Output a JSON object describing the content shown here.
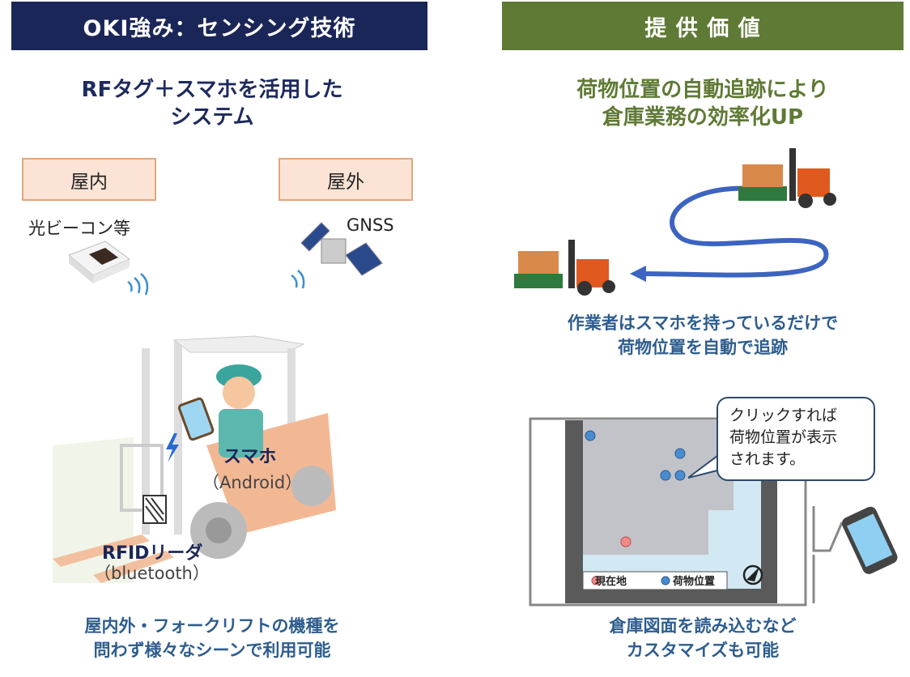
{
  "left": {
    "header": "OKI強み：センシング技術",
    "title_lines": [
      "RFタグ＋スマホを活用した",
      "システム"
    ],
    "indoor_box": "屋内",
    "outdoor_box": "屋外",
    "indoor_label": "光ビーコン等",
    "outdoor_label": "GNSS",
    "smartphone_label": "スマホ",
    "smartphone_os": "（Android）",
    "reader_label": "RFIDリーダ",
    "reader_conn": "（bluetooth）",
    "caption_lines": [
      "屋内外・フォークリフトの機種を",
      "問わず様々なシーンで利用可能"
    ]
  },
  "right": {
    "header": "提 供 価 値",
    "title_lines": [
      "荷物位置の自動追跡により",
      "倉庫業務の効率化UP"
    ],
    "tracking_caption_lines": [
      "作業者はスマホを持っているだけで",
      "荷物位置を自動で追跡"
    ],
    "bubble_lines": [
      "クリックすれば",
      "荷物位置が表示",
      "されます。"
    ],
    "legend_current": "現在地",
    "legend_cargo": "荷物位置",
    "caption_lines": [
      "倉庫図面を読み込むなど",
      "カスタマイズも可能"
    ]
  },
  "colors": {
    "navy": "#1b2658",
    "olive": "#5f7a35",
    "blue_text": "#2e5d8e",
    "box_fill": "#fbe4d5"
  }
}
